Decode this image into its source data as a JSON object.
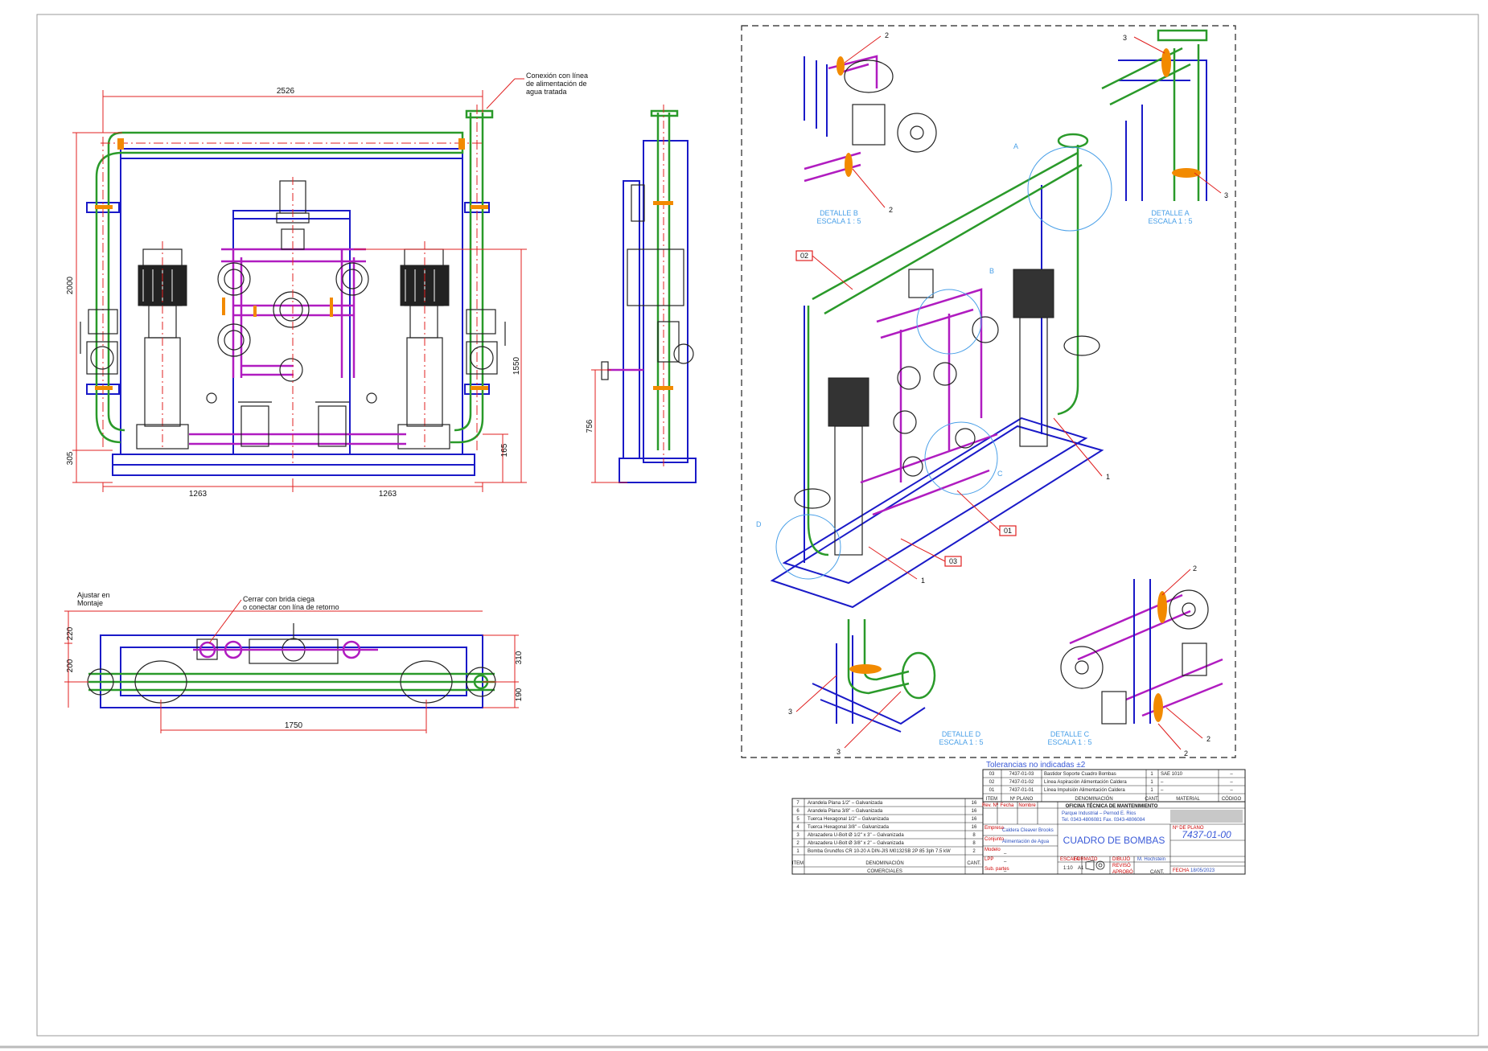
{
  "front_view": {
    "conn_note": [
      "Conexión con línea",
      "de alimentación de",
      "agua tratada"
    ],
    "dims": {
      "width_total": "2526",
      "height_total": "2000",
      "h_1550": "1550",
      "h_305": "305",
      "h_165": "165",
      "half_left": "1263",
      "half_right": "1263"
    }
  },
  "side_view": {
    "dims": {
      "h_756": "756"
    }
  },
  "top_view": {
    "note_adjust": [
      "Ajustar en",
      "Montaje"
    ],
    "note_flange": [
      "Cerrar con brida ciega",
      "o conectar con lína de retorno"
    ],
    "dims": {
      "d220": "220",
      "d200": "200",
      "d310": "310",
      "d190": "190",
      "d1750": "1750"
    }
  },
  "iso_view": {
    "callouts": {
      "c01": "01",
      "c02": "02",
      "c03": "03",
      "n1": "1",
      "n2": "2",
      "n3": "3"
    },
    "detail_letters": {
      "A": "A",
      "B": "B",
      "C": "C",
      "D": "D"
    },
    "details": [
      {
        "title": "DETALLE B",
        "scale": "ESCALA 1 : 5"
      },
      {
        "title": "DETALLE A",
        "scale": "ESCALA 1 : 5"
      },
      {
        "title": "DETALLE D",
        "scale": "ESCALA 1 : 5"
      },
      {
        "title": "DETALLE C",
        "scale": "ESCALA 1 : 5"
      }
    ]
  },
  "parts_list_right": {
    "tolerance": "Tolerancias no indicadas ±2",
    "rows": [
      {
        "item": "03",
        "plano": "7437-01-03",
        "denom": "Bastidor Soporte Cuadro Bombas",
        "cant": "1",
        "material": "SAE 1010",
        "codigo": "–"
      },
      {
        "item": "02",
        "plano": "7437-01-02",
        "denom": "Línea Aspiración Alimentación Caldera",
        "cant": "1",
        "material": "–",
        "codigo": "–"
      },
      {
        "item": "01",
        "plano": "7437-01-01",
        "denom": "Línea Impulsión Alimentación Caldera",
        "cant": "1",
        "material": "–",
        "codigo": "–"
      }
    ],
    "headers": {
      "item": "ITEM",
      "plano": "Nº PLANO",
      "denom": "DENOMINACIÓN",
      "cant": "CANT.",
      "material": "MATERIAL",
      "codigo": "CÓDIGO"
    }
  },
  "parts_list_left": {
    "rows": [
      {
        "item": "7",
        "denom": "Arandela Plana 1/2\" – Galvanizada",
        "cant": "16"
      },
      {
        "item": "6",
        "denom": "Arandela Plana 3/8\" – Galvanizada",
        "cant": "16"
      },
      {
        "item": "5",
        "denom": "Tuerca Hexagonal 1/2\" – Galvanizada",
        "cant": "16"
      },
      {
        "item": "4",
        "denom": "Tuerca Hexagonal 3/8\" – Galvanizada",
        "cant": "16"
      },
      {
        "item": "3",
        "denom": "Abrazadera U-Bolt Ø 1/2\" x 3\" – Galvanizada",
        "cant": "8"
      },
      {
        "item": "2",
        "denom": "Abrazadera U-Bolt Ø 3/8\" x 2\" – Galvanizada",
        "cant": "8"
      },
      {
        "item": "1",
        "denom": "Bomba Grundfos CR 10-20 A DIN-JIS M0132SB 2P 85 3ph 7.5 kW",
        "cant": "2"
      }
    ],
    "headers": {
      "item": "ITEM",
      "denom": "DENOMINACIÓN",
      "cant": "CANT."
    },
    "footer": "COMERCIALES"
  },
  "title_block": {
    "rev_headers": {
      "rev": "Rev. Nº",
      "fecha": "Fecha",
      "nombre": "Nombre"
    },
    "office": "OFICINA TÉCNICA DE MANTENIMIENTO",
    "address": "Parque Industrial – Pernod E. Rios",
    "phones": "Tel. 0343-4806081     Fax. 0343-4806084",
    "empresa_lbl": "Empresa",
    "empresa": "Caldera Cleaver Brooks",
    "conjunto_lbl": "Conjunto",
    "conjunto": "Alimentación de Agua",
    "modelo_lbl": "Modelo",
    "dash1": "–",
    "lpp_lbl": "LPP",
    "dash2": "–",
    "sub_lbl": "Sub. partes",
    "dash3": "–",
    "title": "CUADRO DE BOMBAS",
    "escala_lbl": "ESCALA",
    "escala": "1:10",
    "formato_lbl": "FORMATO",
    "formato": "A1",
    "dibujo_lbl": "DIBUJÓ",
    "dibujo": "M. Hochstein",
    "reviso_lbl": "REVISÓ",
    "aprobo_lbl": "APROBÓ",
    "plano_lbl": "Nº DE PLANO",
    "plano": "7437-01-00",
    "fecha_lbl": "FECHA",
    "fecha": "18/05/2023",
    "cant_lbl": "CANT."
  }
}
